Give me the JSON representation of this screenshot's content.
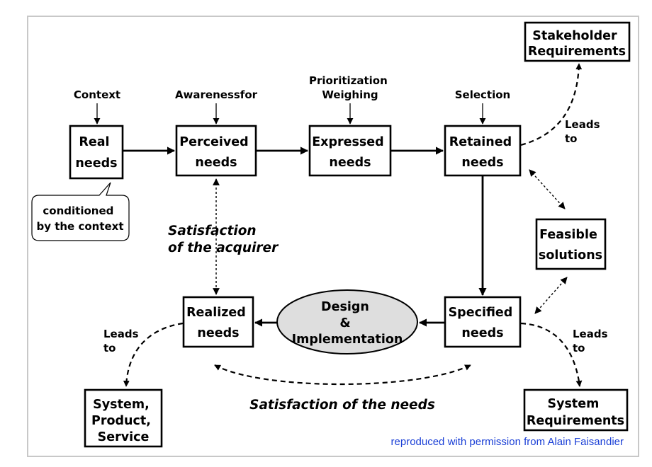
{
  "nodes": {
    "real_needs": [
      "Real",
      "needs"
    ],
    "perceived_needs": [
      "Perceived",
      "needs"
    ],
    "expressed_needs": [
      "Expressed",
      "needs"
    ],
    "retained_needs": [
      "Retained",
      "needs"
    ],
    "stakeholder_requirements": [
      "Stakeholder",
      "Requirements"
    ],
    "feasible_solutions": [
      "Feasible",
      "solutions"
    ],
    "specified_needs": [
      "Specified",
      "needs"
    ],
    "design_implementation": [
      "Design",
      "&",
      "Implementation"
    ],
    "realized_needs": [
      "Realized",
      "needs"
    ],
    "system_product_service": [
      "System,",
      "Product,",
      "Service"
    ],
    "system_requirements": [
      "System",
      "Requirements"
    ]
  },
  "labels": {
    "context": "Context",
    "awareness": "Awarenessfor",
    "prioritization": [
      "Prioritization",
      "Weighing"
    ],
    "selection": "Selection",
    "leads_to_stakeholder": [
      "Leads",
      "to"
    ],
    "leads_to_system_req": [
      "Leads",
      "to"
    ],
    "leads_to_system_product": [
      "Leads",
      "to"
    ]
  },
  "callout": [
    "conditioned",
    "by the context"
  ],
  "satisfaction_acquirer": [
    "Satisfaction",
    "of the acquirer"
  ],
  "satisfaction_needs": "Satisfaction of the needs",
  "credit": "reproduced with permission from Alain Faisandier"
}
